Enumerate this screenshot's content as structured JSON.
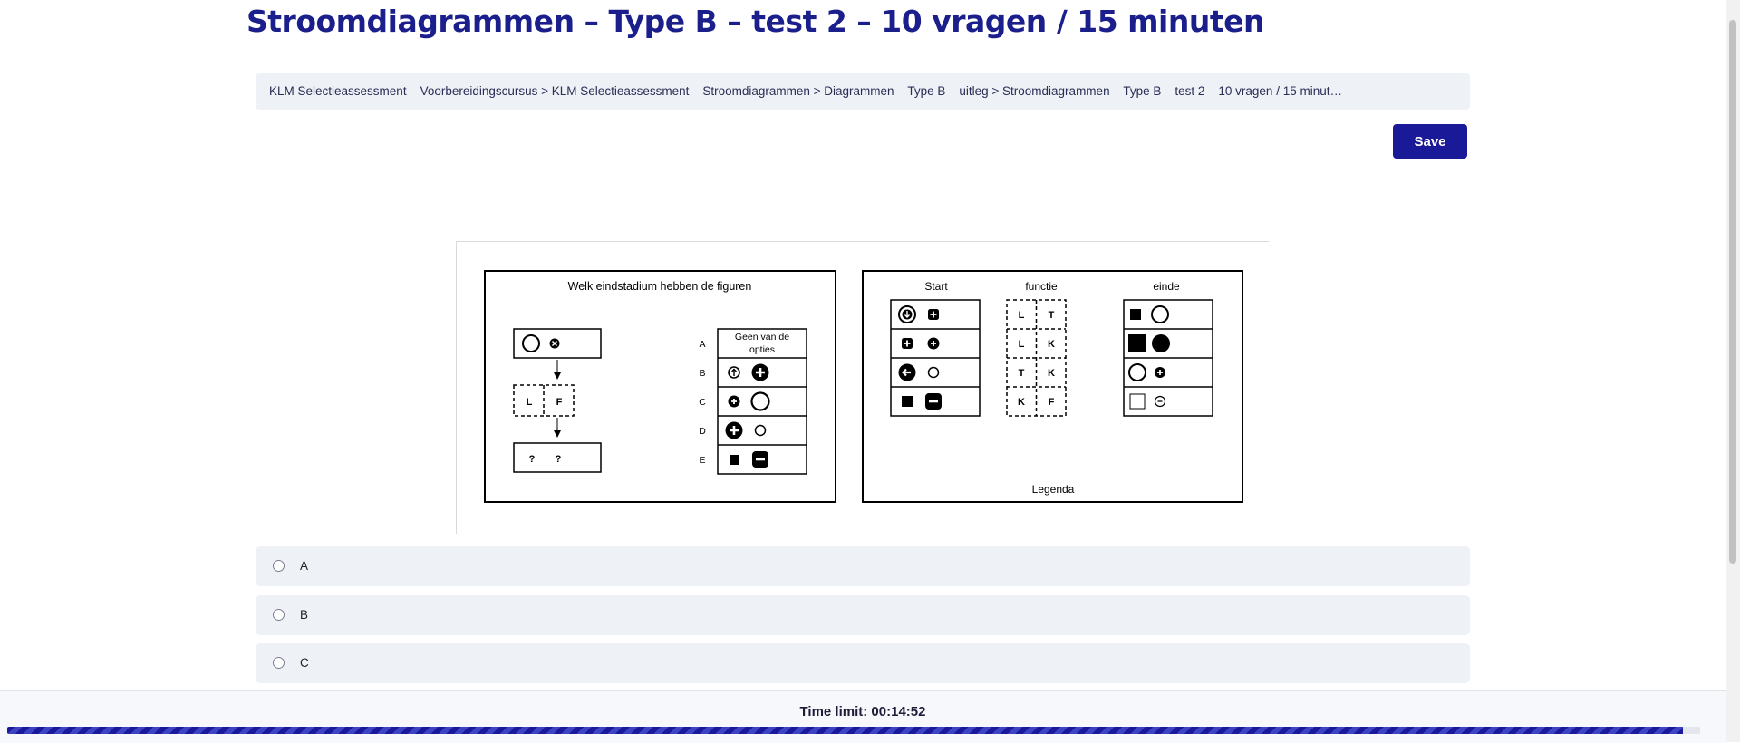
{
  "page": {
    "title": "Stroomdiagrammen – Type B – test 2 – 10 vragen / 15 minuten",
    "breadcrumb": "KLM Selectieassessment – Voorbereidingscursus > KLM Selectieassessment – Stroomdiagrammen > Diagrammen – Type B – uitleg > Stroomdiagrammen – Type B – test 2 – 10 vragen / 15 minut…",
    "save_label": "Save"
  },
  "question": {
    "left_panel": {
      "title": "Welk eindstadium hebben de figuren",
      "function_letters": [
        "L",
        "F"
      ],
      "unknown_marks": [
        "?",
        "?"
      ],
      "option_letters": [
        "A",
        "B",
        "C",
        "D",
        "E"
      ],
      "option_a_text_line1": "Geen van de",
      "option_a_text_line2": "opties"
    },
    "legend_panel": {
      "start_header": "Start",
      "function_header": "functie",
      "end_header": "einde",
      "function_rows": [
        [
          "L",
          "T"
        ],
        [
          "L",
          "K"
        ],
        [
          "T",
          "K"
        ],
        [
          "K",
          "F"
        ]
      ],
      "footer": "Legenda"
    }
  },
  "answers": [
    {
      "label": "A"
    },
    {
      "label": "B"
    },
    {
      "label": "C"
    }
  ],
  "timer": {
    "label": "Time limit: 00:14:52",
    "progress_fraction": 0.99
  }
}
